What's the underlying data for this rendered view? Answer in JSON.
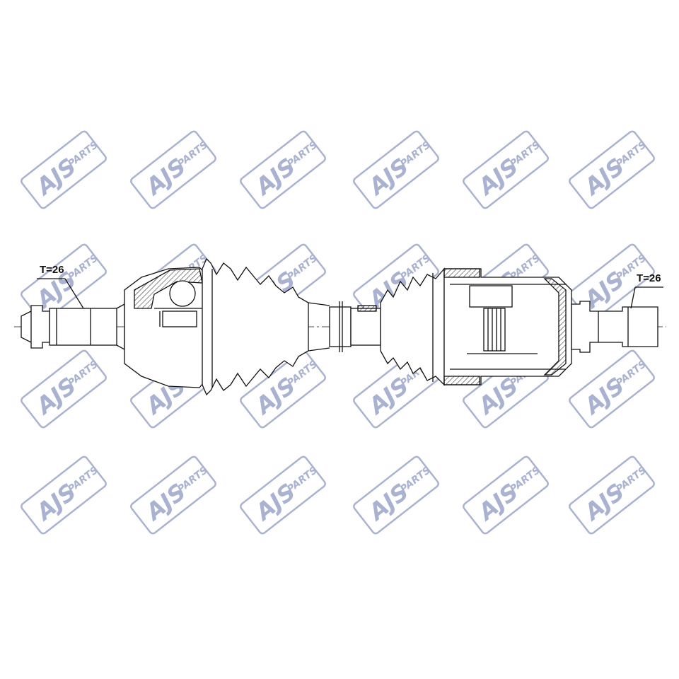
{
  "watermark": {
    "brand": "AJS",
    "sub": "PARTS",
    "color": "#9aa5c8"
  },
  "diagram": {
    "outer_label": "T=26",
    "inner_label": "T=26",
    "line_color": "#111111",
    "boot_fill": "#ffffff"
  }
}
